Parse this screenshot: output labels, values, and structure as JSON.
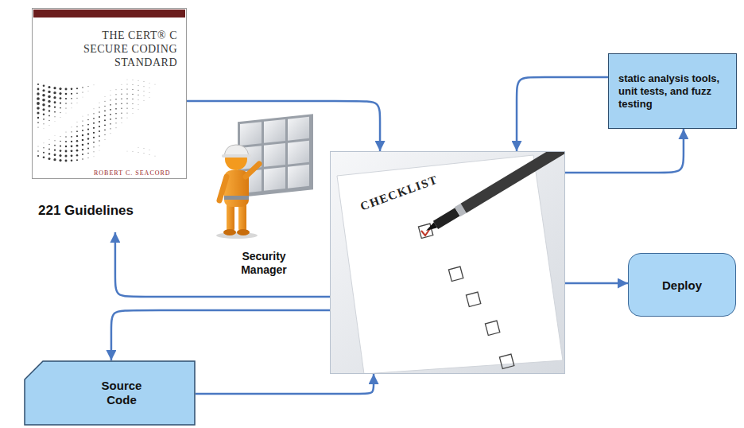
{
  "diagram": {
    "nodes": [
      {
        "text": [
          "THE CERT® C SECURE CODING STANDARD",
          "ROBERT C. SEACORD",
          "221 Guidelines"
        ]
      },
      {
        "text": [
          "CHECKLIST"
        ]
      },
      {
        "text": [
          "static analysis tools, unit tests, and fuzz testing"
        ]
      },
      {
        "text": [
          "Deploy"
        ]
      },
      {
        "text": [
          "Source Code"
        ]
      }
    ],
    "edges": [
      {
        "from": 0,
        "to": 1,
        "arrow": "to"
      },
      {
        "from": 2,
        "to": 1,
        "arrow": "to"
      },
      {
        "from": 1,
        "to": 2,
        "arrow": "to"
      },
      {
        "from": 1,
        "to": 3,
        "arrow": "to"
      },
      {
        "from": 1,
        "to": 0,
        "arrow": "to"
      },
      {
        "from": 1,
        "to": 4,
        "arrow": "to"
      },
      {
        "from": 4,
        "to": 1,
        "arrow": "to"
      }
    ],
    "labels": [
      "Security Manager"
    ]
  }
}
